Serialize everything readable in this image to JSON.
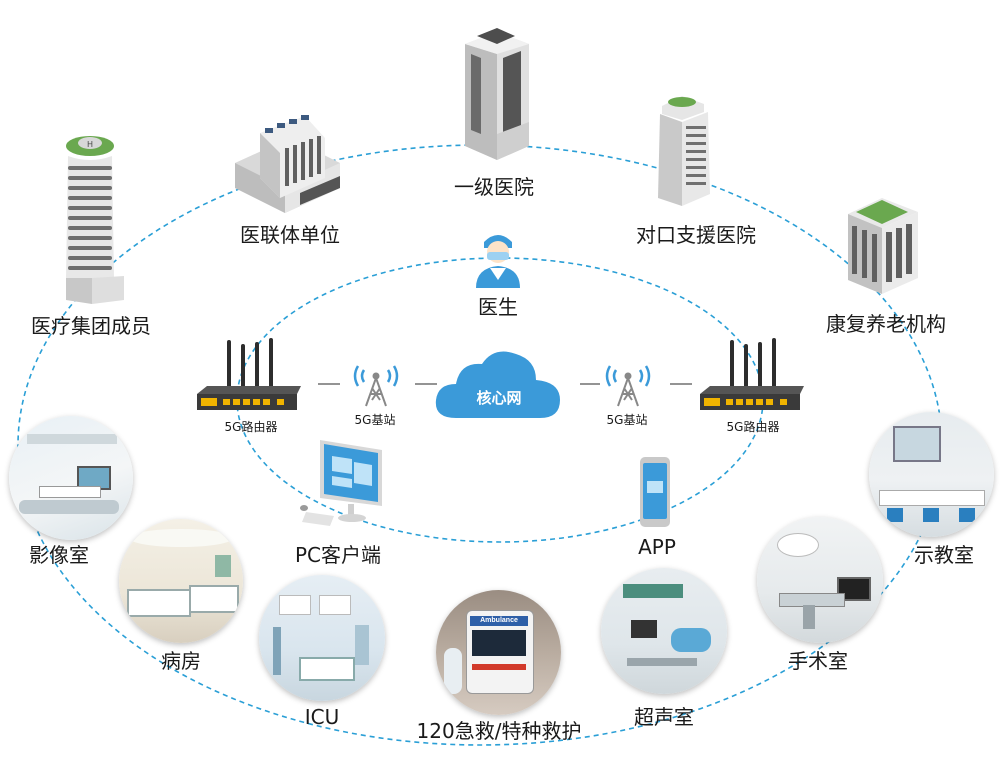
{
  "buildings": {
    "group_member": "医疗集团成员",
    "alliance_unit": "医联体单位",
    "grade1_hospital": "一级医院",
    "support_hospital": "对口支援医院",
    "rehab_elderly": "康复养老机构"
  },
  "center": {
    "doctor": "医生",
    "core_network": "核心网",
    "router_left": "5G路由器",
    "router_right": "5G路由器",
    "base_station_left": "5G基站",
    "base_station_right": "5G基站",
    "pc_client": "PC客户端",
    "app": "APP"
  },
  "rooms": {
    "imaging": "影像室",
    "ward": "病房",
    "icu": "ICU",
    "ambulance": "120急救/特种救护",
    "ambulance_sign": "Ambulance",
    "ultrasound": "超声室",
    "operating": "手术室",
    "teaching": "示教室"
  },
  "colors": {
    "dashed_line": "#2a9fd6",
    "cloud": "#3b9ad9",
    "router_body": "#3a3a3a",
    "router_accent": "#f0b400"
  }
}
